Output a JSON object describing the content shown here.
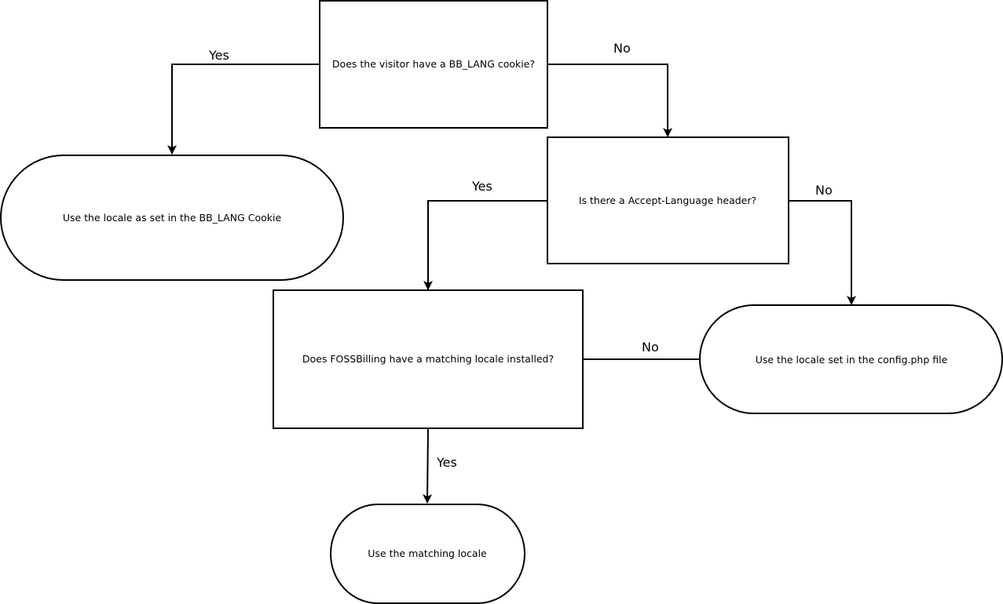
{
  "nodes": {
    "cookie_question": "Does the visitor have a BB_LANG cookie?",
    "use_cookie_locale": "Use the locale as set in the BB_LANG Cookie",
    "accept_language_question": "Is there a Accept-Language header?",
    "matching_locale_question": "Does FOSSBilling have a matching locale installed?",
    "use_config_locale": "Use the locale set in the config.php file",
    "use_matching_locale": "Use the matching locale"
  },
  "edges": {
    "cookie_yes": "Yes",
    "cookie_no": "No",
    "header_yes": "Yes",
    "header_no": "No",
    "match_no": "No",
    "match_yes": "Yes"
  }
}
